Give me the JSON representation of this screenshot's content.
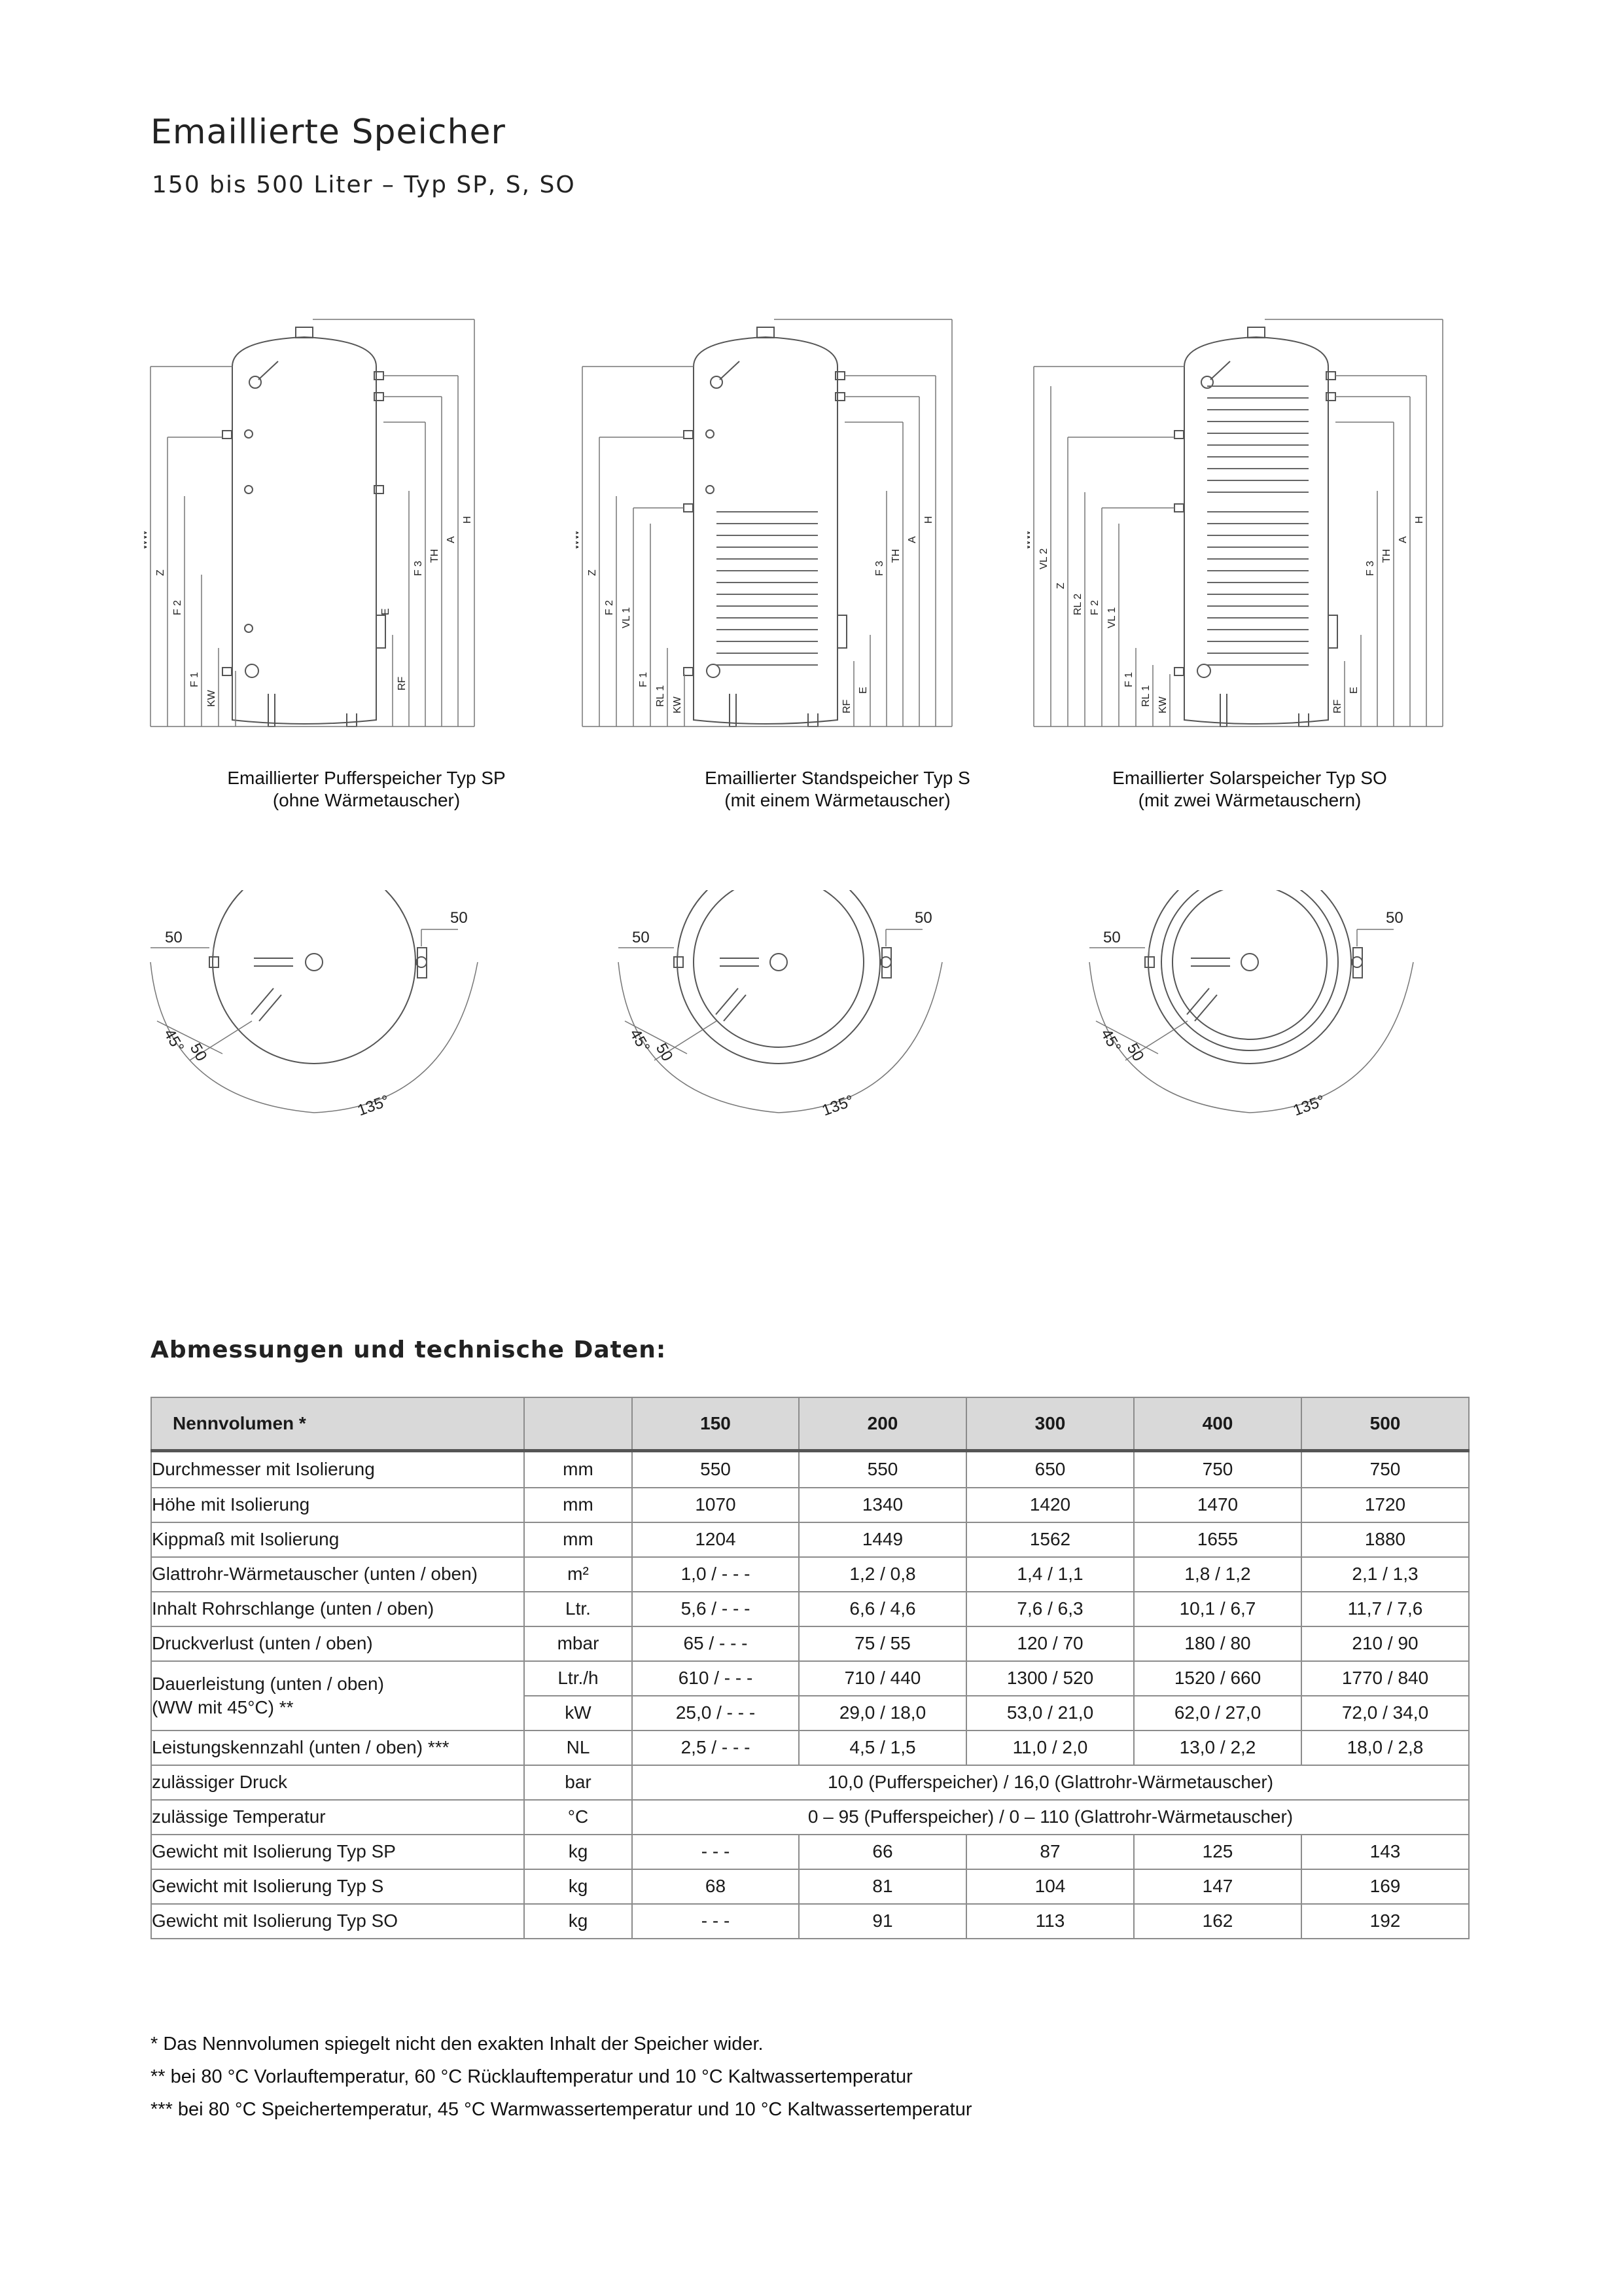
{
  "header": {
    "title": "Emaillierte Speicher",
    "subtitle": "150 bis 500 Liter – Typ SP, S, SO"
  },
  "diagrams": [
    {
      "caption_1": "Emaillierter Pufferspeicher Typ SP",
      "caption_2": "(ohne Wärmetauscher)",
      "side_labels": [
        "WW",
        "Z",
        "F 2",
        "F 1",
        "KW",
        "E",
        "RF",
        "F 3",
        "TH",
        "A",
        "H"
      ],
      "top_labels": [
        "50",
        "50",
        "45°",
        "50",
        "135°"
      ]
    },
    {
      "caption_1": "Emaillierter Standspeicher Typ S",
      "caption_2": "(mit einem Wärmetauscher)",
      "side_labels": [
        "WW",
        "Z",
        "F 2",
        "VL 1",
        "F 1",
        "RL 1",
        "KW",
        "RF",
        "E",
        "F 3",
        "TH",
        "A",
        "H"
      ],
      "top_labels": [
        "50",
        "50",
        "45°",
        "50",
        "135°"
      ]
    },
    {
      "caption_1": "Emaillierter Solarspeicher Typ SO",
      "caption_2": "(mit zwei Wärmetauschern)",
      "side_labels": [
        "WW",
        "VL 2",
        "Z",
        "RL 2",
        "F 2",
        "VL 1",
        "F 1",
        "RL 1",
        "KW",
        "RF",
        "E",
        "F 3",
        "TH",
        "A",
        "H"
      ],
      "top_labels": [
        "50",
        "50",
        "45°",
        "50",
        "135°"
      ]
    }
  ],
  "section_title": "Abmessungen und technische Daten:",
  "table": {
    "header": {
      "label": "Nennvolumen *",
      "unit": "",
      "cols": [
        "150",
        "200",
        "300",
        "400",
        "500"
      ]
    },
    "rows": [
      {
        "label": "Durchmesser mit Isolierung",
        "unit": "mm",
        "values": [
          "550",
          "550",
          "650",
          "750",
          "750"
        ]
      },
      {
        "label": "Höhe mit Isolierung",
        "unit": "mm",
        "values": [
          "1070",
          "1340",
          "1420",
          "1470",
          "1720"
        ]
      },
      {
        "label": "Kippmaß mit Isolierung",
        "unit": "mm",
        "values": [
          "1204",
          "1449",
          "1562",
          "1655",
          "1880"
        ]
      },
      {
        "label": "Glattrohr-Wärmetauscher (unten / oben)",
        "unit": "m²",
        "values": [
          "1,0 / - - -",
          "1,2 / 0,8",
          "1,4 / 1,1",
          "1,8 / 1,2",
          "2,1 / 1,3"
        ]
      },
      {
        "label": "Inhalt Rohrschlange (unten / oben)",
        "unit": "Ltr.",
        "values": [
          "5,6 / - - -",
          "6,6 / 4,6",
          "7,6 / 6,3",
          "10,1 / 6,7",
          "11,7 / 7,6"
        ]
      },
      {
        "label": "Druckverlust (unten / oben)",
        "unit": "mbar",
        "values": [
          "65 / - - -",
          "75 / 55",
          "120 / 70",
          "180 / 80",
          "210 / 90"
        ]
      }
    ],
    "dauer": {
      "label_1": "Dauerleistung (unten / oben)",
      "label_2": "(WW mit 45°C) **",
      "unit_a": "Ltr./h",
      "values_a": [
        "610 / - - -",
        "710 / 440",
        "1300 / 520",
        "1520 / 660",
        "1770 / 840"
      ],
      "unit_b": "kW",
      "values_b": [
        "25,0 / - - -",
        "29,0 / 18,0",
        "53,0 / 21,0",
        "62,0 / 27,0",
        "72,0 / 34,0"
      ]
    },
    "nl": {
      "label": "Leistungskennzahl (unten / oben) ***",
      "unit": "NL",
      "values": [
        "2,5 / - - -",
        "4,5 / 1,5",
        "11,0 / 2,0",
        "13,0 / 2,2",
        "18,0 / 2,8"
      ]
    },
    "merged": [
      {
        "label": "zulässiger Druck",
        "unit": "bar",
        "value": "10,0 (Pufferspeicher) / 16,0 (Glattrohr-Wärmetauscher)"
      },
      {
        "label": "zulässige Temperatur",
        "unit": "°C",
        "value": "0 – 95 (Pufferspeicher) / 0 – 110 (Glattrohr-Wärmetauscher)"
      }
    ],
    "weights": [
      {
        "label": "Gewicht mit Isolierung Typ SP",
        "unit": "kg",
        "values": [
          "- - -",
          "66",
          "87",
          "125",
          "143"
        ]
      },
      {
        "label": "Gewicht mit Isolierung Typ S",
        "unit": "kg",
        "values": [
          "68",
          "81",
          "104",
          "147",
          "169"
        ]
      },
      {
        "label": "Gewicht mit Isolierung Typ SO",
        "unit": "kg",
        "values": [
          "- - -",
          "91",
          "113",
          "162",
          "192"
        ]
      }
    ]
  },
  "notes": [
    "* Das Nennvolumen spiegelt nicht den exakten Inhalt der Speicher wider.",
    "**  bei 80 °C Vorlauftemperatur, 60 °C Rücklauftemperatur und 10 °C Kaltwassertemperatur",
    "*** bei 80 °C Speichertemperatur, 45 °C Warmwassertemperatur und 10 °C Kaltwassertemperatur"
  ]
}
